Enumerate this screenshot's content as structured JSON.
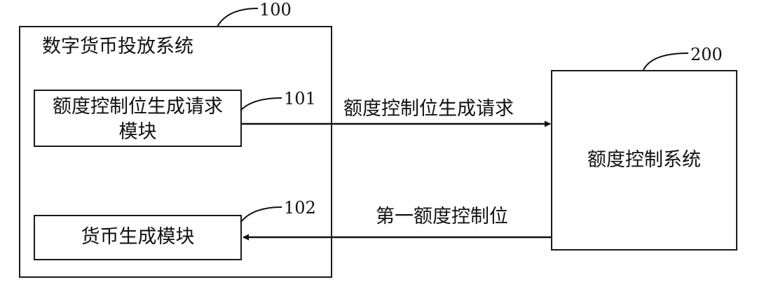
{
  "system_100": {
    "ref": "100",
    "title": "数字货币投放系统",
    "module_101": {
      "ref": "101",
      "line1": "额度控制位生成请求",
      "line2": "模块"
    },
    "module_102": {
      "ref": "102",
      "label": "货币生成模块"
    }
  },
  "system_200": {
    "ref": "200",
    "label": "额度控制系统"
  },
  "messages": {
    "request": "额度控制位生成请求",
    "response": "第一额度控制位"
  }
}
